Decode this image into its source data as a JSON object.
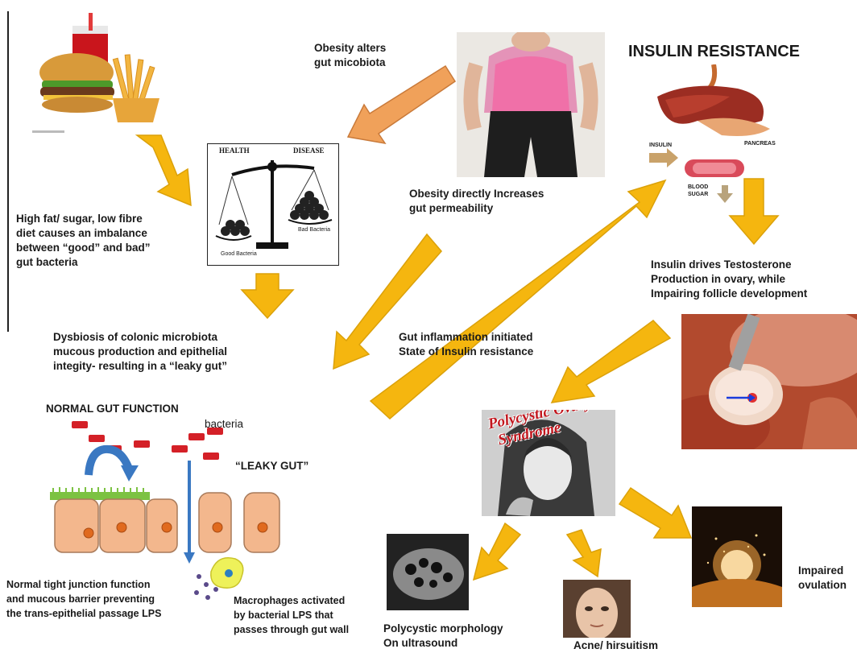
{
  "title": "INSULIN RESISTANCE",
  "labels": {
    "obesity_microbiota": "Obesity alters\ngut micobiota",
    "diet": "High fat/ sugar, low fibre\ndiet causes an imbalance\nbetween “good” and bad”\n gut bacteria",
    "obesity_permeability": "Obesity directly Increases\ngut permeability",
    "insulin_drives": "Insulin drives Testosterone\nProduction in ovary, while\nImpairing follicle development",
    "dysbiosis": "Dysbiosis of colonic microbiota\nmucous production and epithelial\nintegity-  resulting in a “leaky gut”",
    "gut_inflammation": "Gut inflammation initiated\nState of Insulin resistance",
    "normal_gut": "NORMAL GUT FUNCTION",
    "bacteria": "bacteria",
    "leaky_gut": "“LEAKY GUT”",
    "tight_junction": "Normal tight junction function\nand mucous barrier preventing\nthe trans-epithelial passage LPS",
    "macrophages": "Macrophages activated\nby bacterial LPS that\npasses through gut wall",
    "polycystic_morphology": "Polycystic morphology\nOn ultrasound",
    "acne": "Acne/ hirsuitism",
    "impaired_ovulation": "Impaired\novulation"
  },
  "scale": {
    "health": "HEALTH",
    "disease": "DISEASE",
    "good_bacteria": "Good Bacteria",
    "bad_bacteria": "Bad Bacteria"
  },
  "organs": {
    "insulin": "INSULIN",
    "pancreas": "PANCREAS",
    "blood_sugar": "BLOOD\nSUGAR"
  },
  "pcos": {
    "line1": "Polycystic Ovary",
    "line2": "Syndrome"
  },
  "colors": {
    "arrow_fill": "#f5b60f",
    "arrow_stroke": "#dba10a",
    "orange_arrow": "#f0a15a",
    "bacteria_red": "#d42027",
    "cell_fill": "#f3b78d",
    "nucleus": "#e06a1e",
    "mucus_green": "#7cc242",
    "blue_arrow": "#3a78c2"
  }
}
